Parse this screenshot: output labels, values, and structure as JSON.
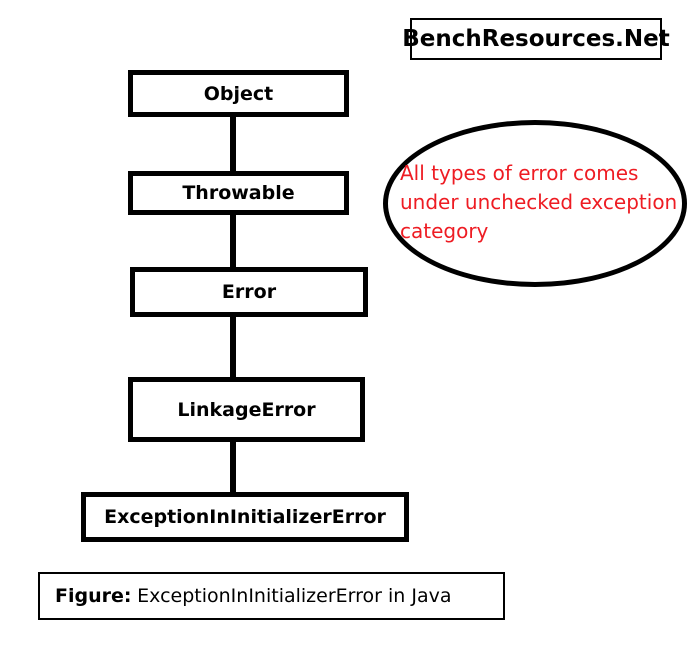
{
  "brand": {
    "label": "BenchResources.Net"
  },
  "hierarchy": {
    "nodes": [
      {
        "label": "Object"
      },
      {
        "label": "Throwable"
      },
      {
        "label": "Error"
      },
      {
        "label": "LinkageError"
      },
      {
        "label": "ExceptionInInitializerError"
      }
    ]
  },
  "annotation": {
    "lines": [
      "All types of error comes",
      "under unchecked exception",
      "category"
    ],
    "full_text": "All types of error comes under unchecked exception category",
    "color": "#ee1c23"
  },
  "caption": {
    "prefix": "Figure:",
    "text": "ExceptionInInitializerError in Java"
  },
  "colors": {
    "background": "#ffffff",
    "line": "#000000",
    "text": "#000000",
    "annotation_text": "#ee1c23"
  }
}
